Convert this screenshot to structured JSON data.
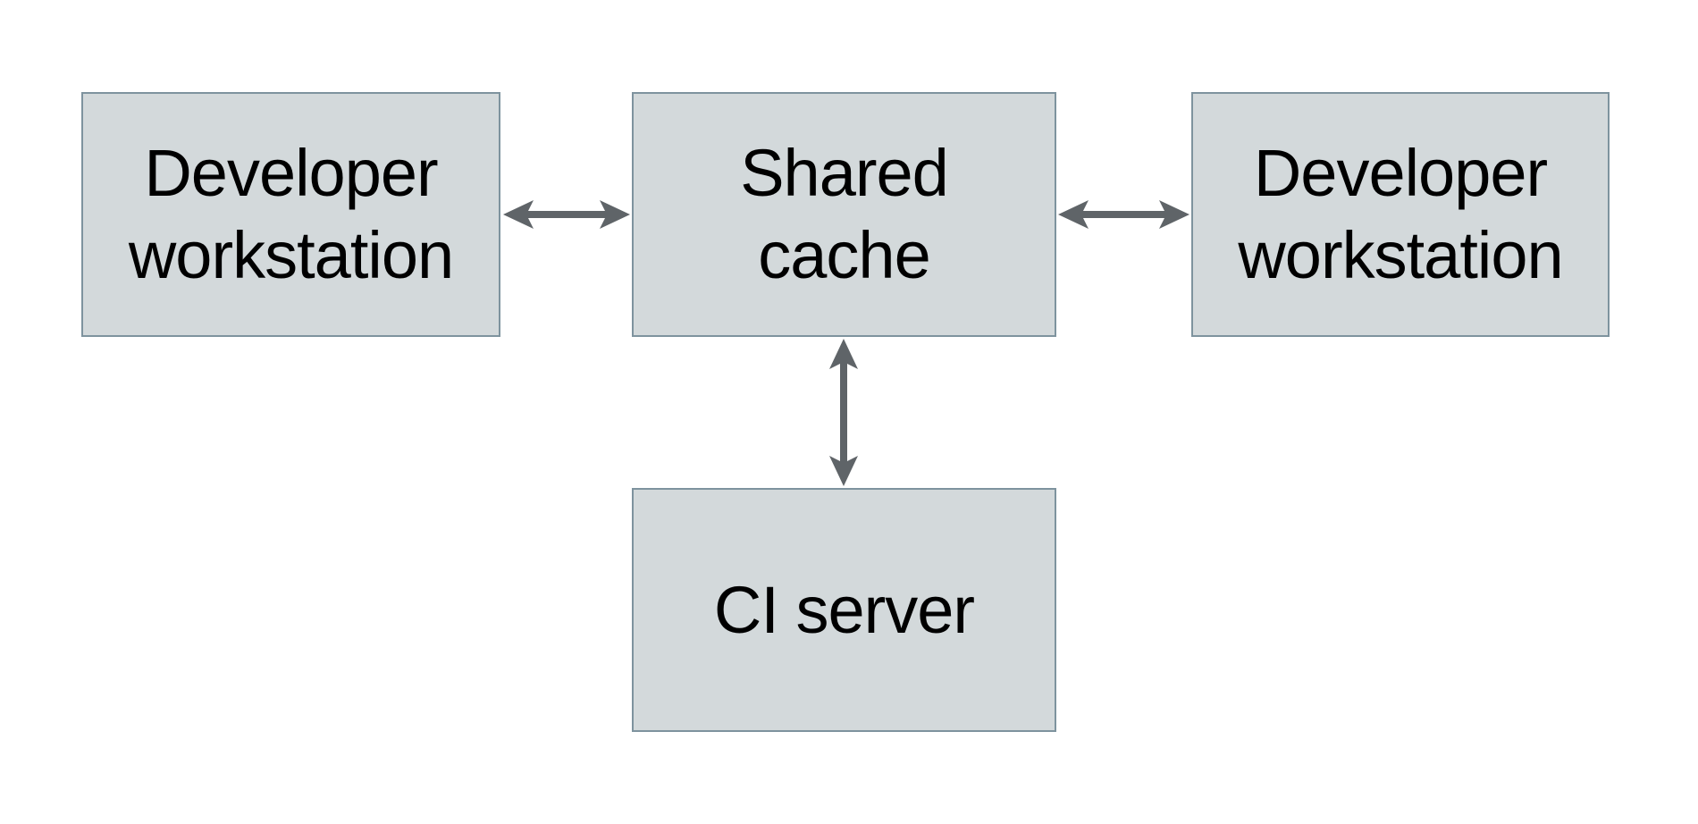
{
  "diagram": {
    "type": "architecture-diagram",
    "colors": {
      "node_fill": "#d3d9db",
      "node_border": "#7e939e",
      "arrow": "#5f6468",
      "text": "#000000",
      "background": "#ffffff"
    },
    "nodes": [
      {
        "id": "developer-workstation-left",
        "lines": [
          "Developer",
          "workstation"
        ]
      },
      {
        "id": "shared-cache",
        "lines": [
          "Shared",
          "cache"
        ]
      },
      {
        "id": "developer-workstation-right",
        "lines": [
          "Developer",
          "workstation"
        ]
      },
      {
        "id": "ci-server",
        "lines": [
          "CI server"
        ]
      }
    ],
    "edges": [
      {
        "from": "developer-workstation-left",
        "to": "shared-cache",
        "style": "double-headed-arrow",
        "orientation": "horizontal"
      },
      {
        "from": "shared-cache",
        "to": "developer-workstation-right",
        "style": "double-headed-arrow",
        "orientation": "horizontal"
      },
      {
        "from": "shared-cache",
        "to": "ci-server",
        "style": "double-headed-arrow",
        "orientation": "vertical"
      }
    ]
  }
}
